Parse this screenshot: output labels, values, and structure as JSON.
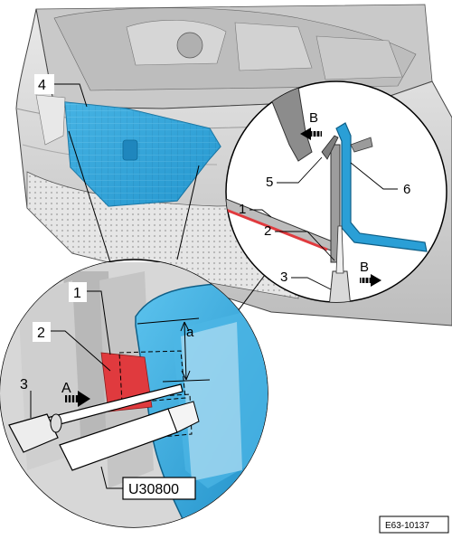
{
  "figure": {
    "reference_code": "E63-10137",
    "tool_label": "U30800",
    "dimension_label": "a",
    "callouts": {
      "overview_grille": "4",
      "detail_upper_B": "B",
      "detail_upper_5": "5",
      "detail_upper_6": "6",
      "detail_upper_1": "1",
      "detail_upper_2": "2",
      "detail_upper_3": "3",
      "detail_upper_B_lower": "B",
      "detail_lower_1": "1",
      "detail_lower_2": "2",
      "detail_lower_3": "3",
      "detail_lower_A": "A"
    },
    "colors": {
      "grille_blue": "#2a9fd6",
      "clip_red": "#e03a3e",
      "line_dark": "#000000",
      "bumper_gray": "#cfcfcf"
    },
    "icons": [
      "arrow-left-hatched-icon",
      "arrow-right-hatched-icon"
    ]
  }
}
